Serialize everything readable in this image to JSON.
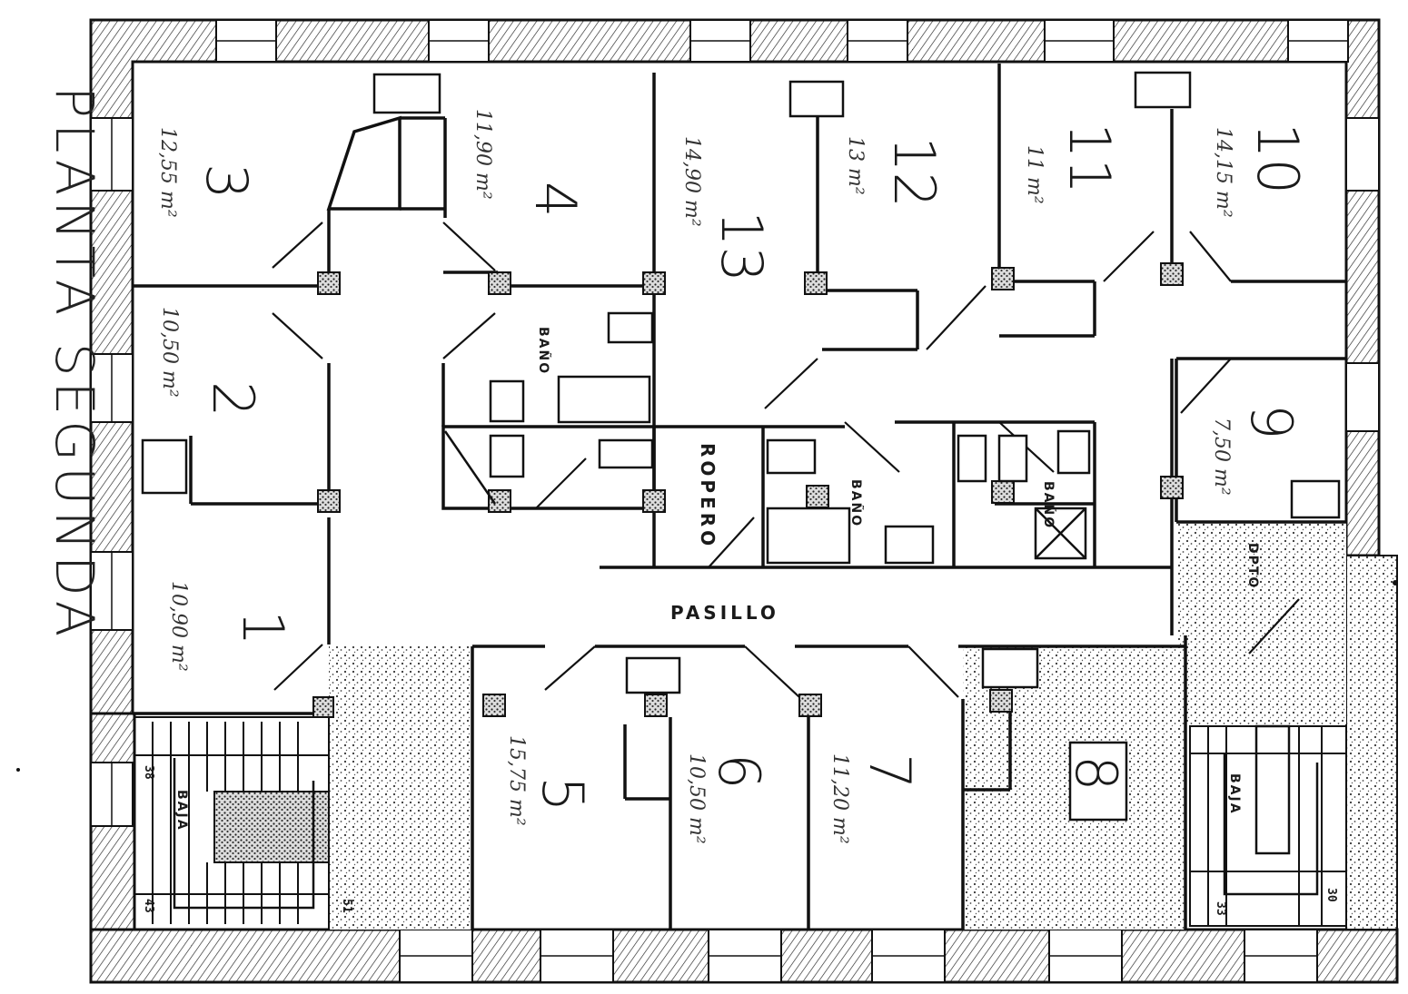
{
  "title": "PLANTA SEGUNDA",
  "corridor_label": "PASILLO",
  "ropero_label": "ROPERO",
  "bano_labels": [
    "BAÑO",
    "BAÑO",
    "BAÑO"
  ],
  "dpto_label": "DPTO",
  "baja_labels": [
    "BAJA",
    "BAJA"
  ],
  "stair_numbers": [
    "38",
    "43",
    "51",
    "30",
    "33"
  ],
  "rooms": [
    {
      "number": "1",
      "area": "10,90 m²"
    },
    {
      "number": "2",
      "area": "10,50 m²"
    },
    {
      "number": "3",
      "area": "12,55 m²"
    },
    {
      "number": "4",
      "area": "11,90 m²"
    },
    {
      "number": "5",
      "area": "15,75 m²"
    },
    {
      "number": "6",
      "area": "10,50 m²"
    },
    {
      "number": "7",
      "area": "11,20 m²"
    },
    {
      "number": "8",
      "area": ""
    },
    {
      "number": "9",
      "area": "7,50 m²"
    },
    {
      "number": "10",
      "area": "14,15 m²"
    },
    {
      "number": "11",
      "area": "11 m²"
    },
    {
      "number": "12",
      "area": "13 m²"
    },
    {
      "number": "13",
      "area": "14,90 m²"
    }
  ],
  "colors": {
    "ink": "#111111",
    "paper": "#ffffff",
    "hatch": "#3a3a3a"
  }
}
